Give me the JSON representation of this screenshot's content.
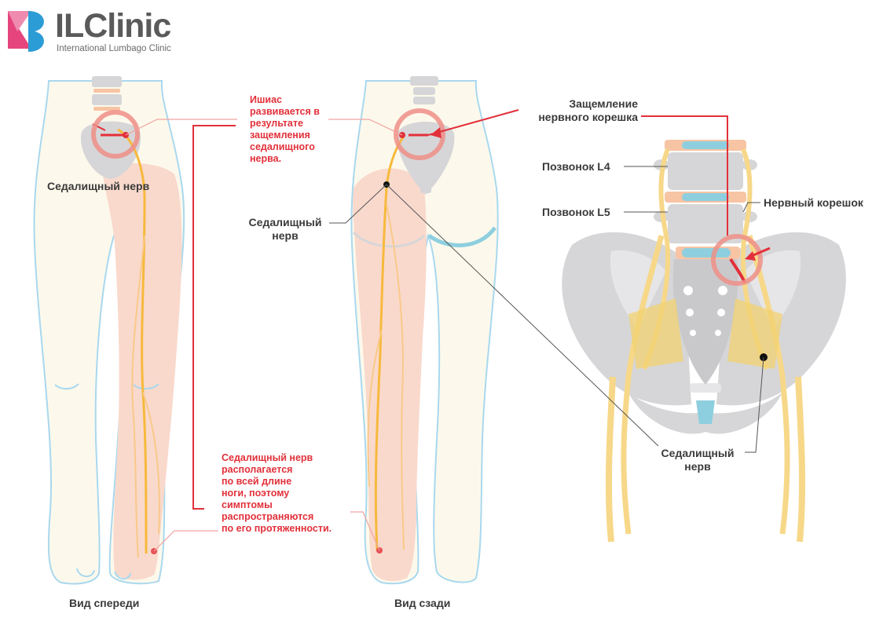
{
  "logo": {
    "brand": "ILClinic",
    "tagline": "International Lumbago Clinic",
    "colors": {
      "pink": "#e5457c",
      "blue": "#2c9cd6",
      "text": "#5a5a5a"
    }
  },
  "labels": {
    "sciatic_front": "Седалищный нерв",
    "sciatic_back": "Седалищный\nнерв",
    "pinching_title": "Защемление\nнервного корешка",
    "vertebra_l4": "Позвонок L4",
    "vertebra_l5": "Позвонок L5",
    "nerve_root": "Нервный корешок",
    "sciatic_pelvis": "Седалищный\nнерв",
    "view_front": "Вид спереди",
    "view_back": "Вид сзади"
  },
  "notes": {
    "sciatica_cause": "Ишиас\nразвивается в\nрезультате\nзащемления\nседалищного\nнерва.",
    "nerve_length": "Седалищный нерв\nрасполагается\nпо всей длине\nноги, поэтому\nсимптомы\nраспространяются\nпо его протяженности."
  },
  "colors": {
    "skin": "#fcf9ec",
    "outline": "#a9d8ee",
    "leg_highlight": "#f9d9cc",
    "nerve": "#f7b93c",
    "bone": "#d6d6d8",
    "disc": "#8ecfdf",
    "accent_red": "#e2303a",
    "leader": "#555555"
  }
}
